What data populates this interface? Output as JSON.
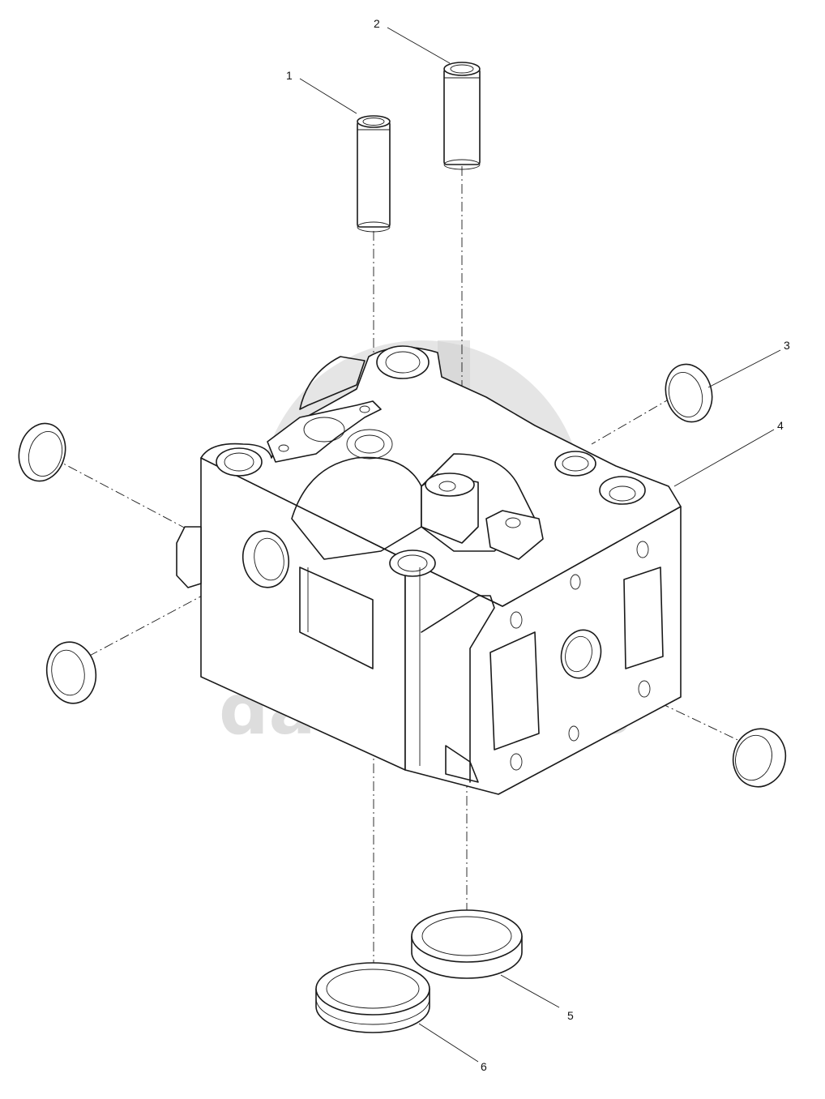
{
  "watermark": {
    "text": "data-parts",
    "color": "#cfcfcf"
  },
  "callouts": [
    {
      "id": "1",
      "label": "1",
      "part": "valve-guide-short"
    },
    {
      "id": "2",
      "label": "2",
      "part": "valve-guide-long"
    },
    {
      "id": "3",
      "label": "3",
      "part": "expansion-plug"
    },
    {
      "id": "4",
      "label": "4",
      "part": "cylinder-head"
    },
    {
      "id": "5",
      "label": "5",
      "part": "valve-seat-ring"
    },
    {
      "id": "6",
      "label": "6",
      "part": "valve-seat-ring"
    }
  ],
  "colors": {
    "line": "#1a1a1a",
    "background": "#ffffff"
  }
}
